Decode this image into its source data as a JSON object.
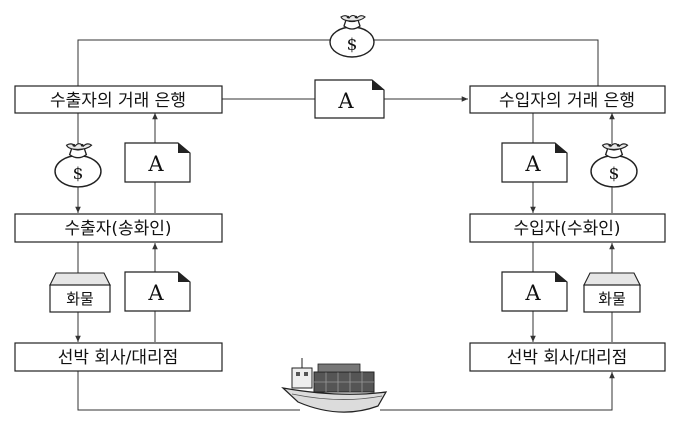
{
  "nodes": {
    "exporter_bank": "수출자의 거래 은행",
    "importer_bank": "수입자의 거래 은행",
    "exporter": "수출자(송화인)",
    "importer": "수입자(수화인)",
    "shipping_left": "선박 회사/대리점",
    "shipping_right": "선박 회사/대리점"
  },
  "documents": {
    "top": "A",
    "left": "A",
    "left_lower": "A",
    "right": "A",
    "right_lower": "A"
  },
  "cargo": {
    "left": "화물",
    "right": "화물"
  },
  "money": {
    "symbol": "$"
  },
  "icons": [
    "money-bag-icon",
    "document-icon",
    "cargo-box-icon",
    "ship-icon"
  ]
}
